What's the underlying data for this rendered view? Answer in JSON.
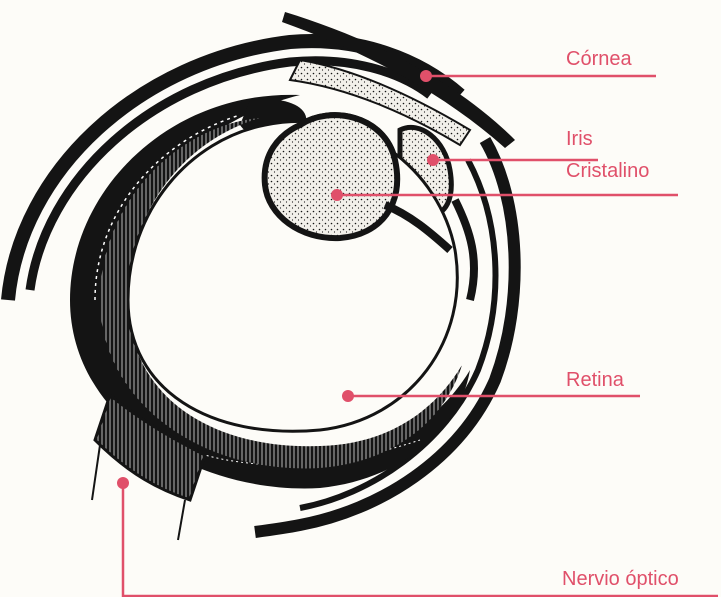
{
  "colors": {
    "label_text": "#e0506a",
    "leader_line": "#e0506a",
    "ink": "#141414",
    "paper": "#fdfcf8"
  },
  "labels": {
    "cornea": "Córnea",
    "iris": "Iris",
    "cristalino": "Cristalino",
    "retina": "Retina",
    "nervio": "Nervio óptico"
  }
}
